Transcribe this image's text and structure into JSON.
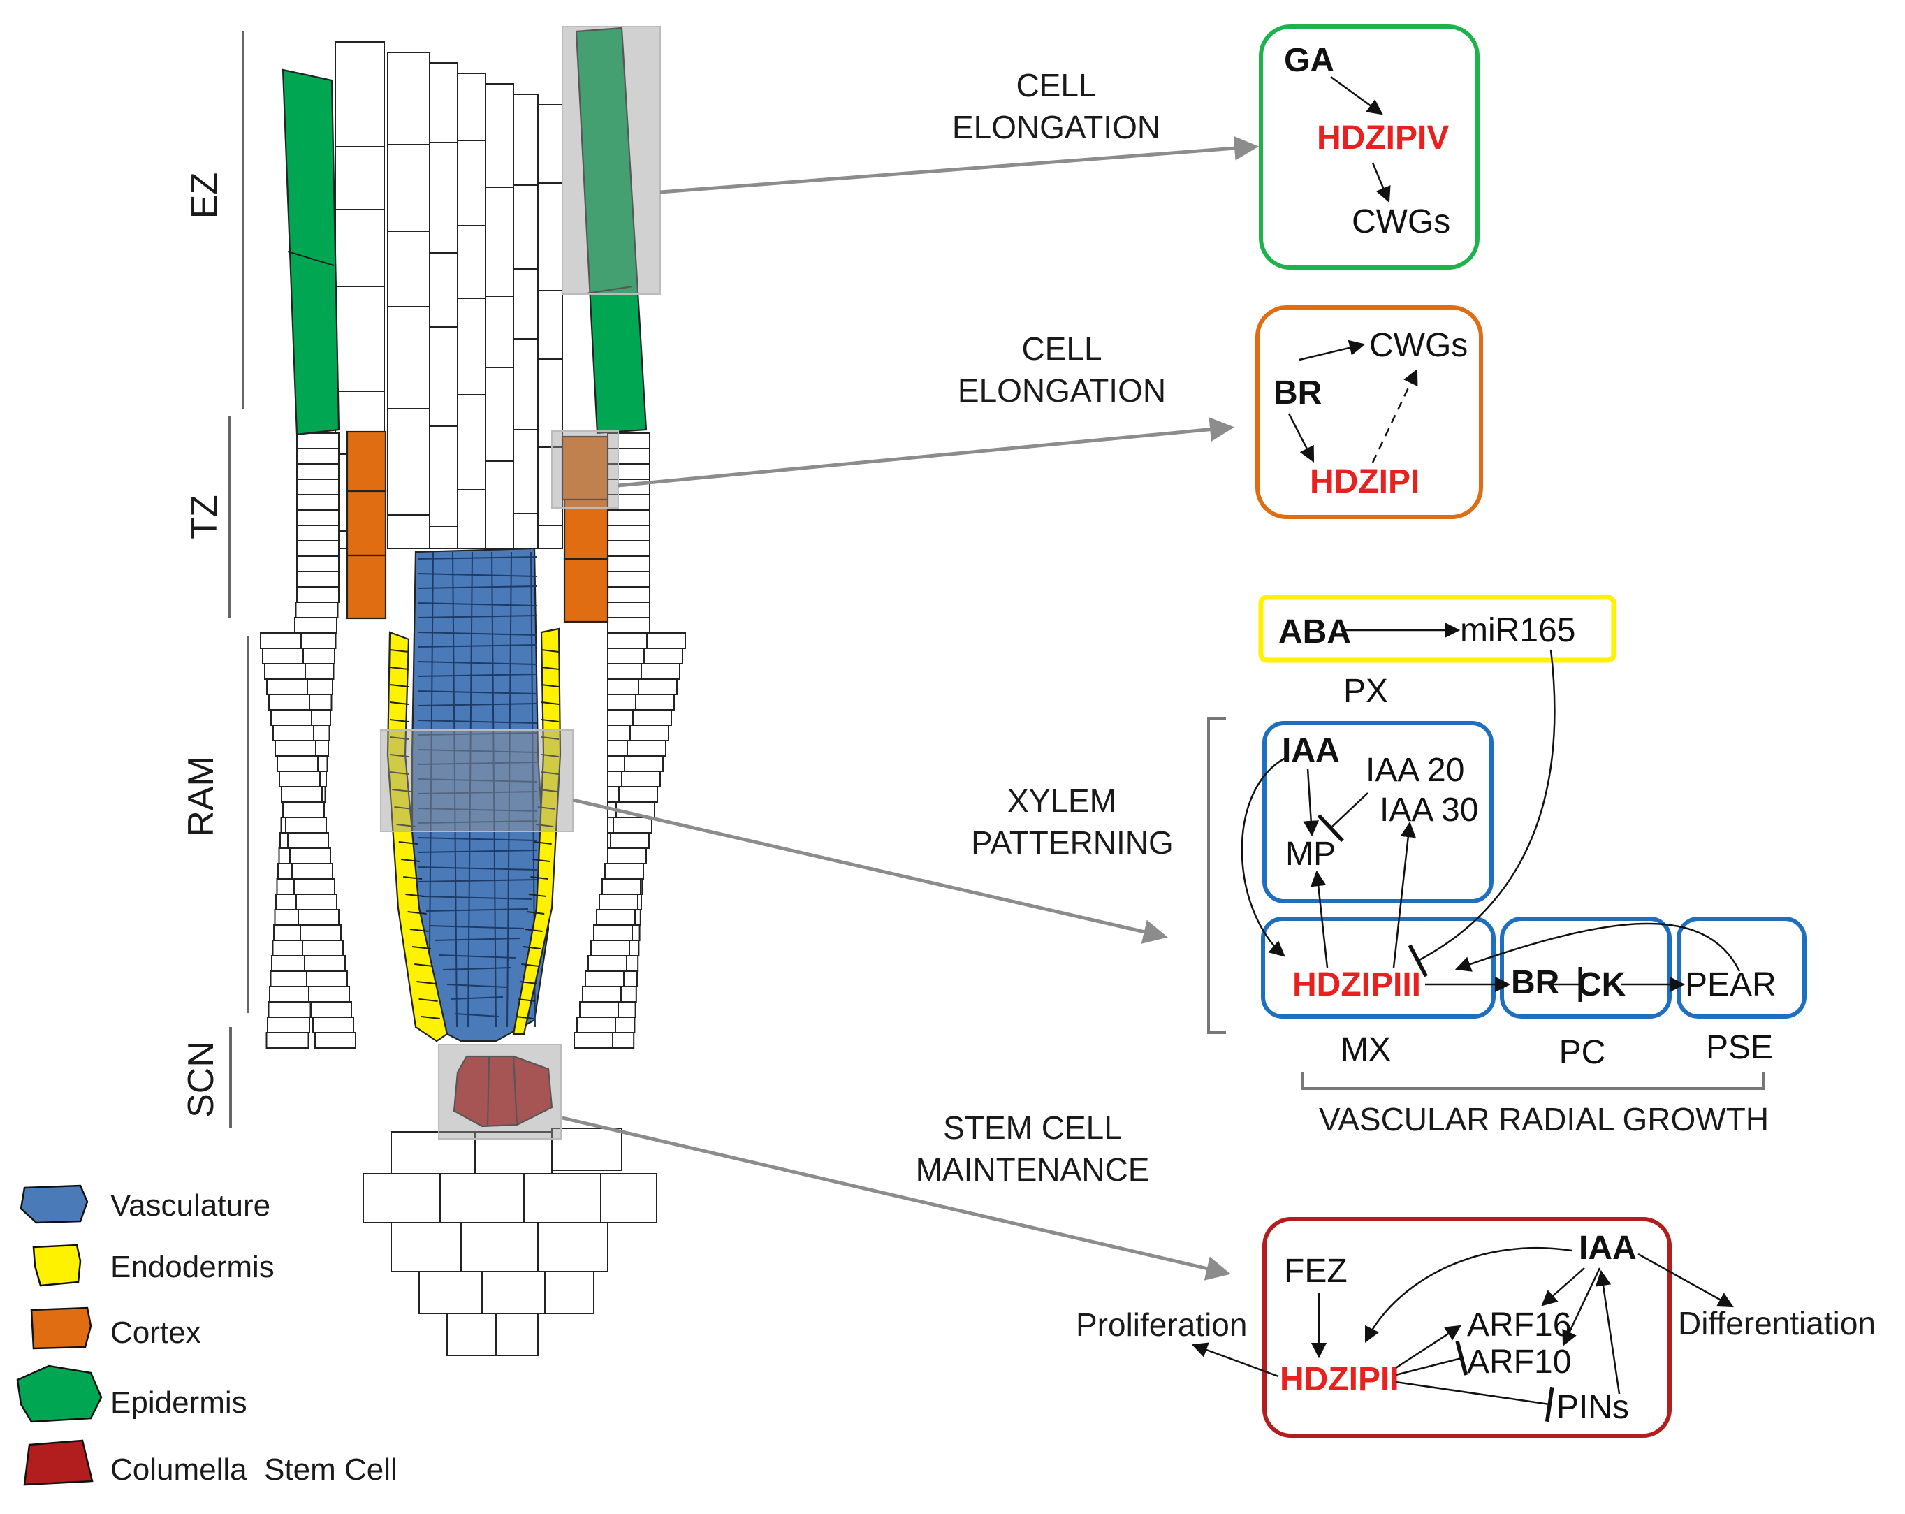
{
  "colors": {
    "vasculature": "#4a7ab8",
    "endodermis": "#fff200",
    "cortex": "#e06d12",
    "epidermis": "#00a651",
    "columella": "#b21d1d",
    "green_box": "#1db34a",
    "orange_box": "#e06d12",
    "yellow_box": "#fff200",
    "blue_box": "#1e6fbf",
    "red_box": "#b21d1d",
    "gene_red": "#e8211e",
    "connector": "#8c8c8c"
  },
  "zones": [
    "EZ",
    "TZ",
    "RAM",
    "SCN"
  ],
  "legend": [
    {
      "label": "Vasculature",
      "color": "#4a7ab8"
    },
    {
      "label": "Endodermis",
      "color": "#fff200"
    },
    {
      "label": "Cortex",
      "color": "#e06d12"
    },
    {
      "label": "Epidermis",
      "color": "#00a651"
    },
    {
      "label": "Columella  Stem Cell",
      "color": "#b21d1d"
    }
  ],
  "processes": {
    "cell_elongation_1": [
      "CELL",
      "ELONGATION"
    ],
    "cell_elongation_2": [
      "CELL",
      "ELONGATION"
    ],
    "xylem": [
      "XYLEM",
      "PATTERNING"
    ],
    "stem": [
      "STEM CELL",
      "MAINTENANCE"
    ]
  },
  "box_ga": {
    "ga": "GA",
    "hdzip": "HDZIPIV",
    "cwgs": "CWGs"
  },
  "box_br": {
    "cwgs": "CWGs",
    "br": "BR",
    "hdzip": "HDZIPI"
  },
  "box_aba": {
    "aba": "ABA",
    "mir": "miR165"
  },
  "xylem_net": {
    "px": "PX",
    "iaa": "IAA",
    "iaa20": "IAA 20",
    "iaa30": "IAA 30",
    "mp": "MP",
    "hdzip": "HDZIPIII",
    "br": "BR",
    "ck": "CK",
    "pear": "PEAR",
    "mx": "MX",
    "pc": "PC",
    "pse": "PSE",
    "vascular": "VASCULAR RADIAL GROWTH"
  },
  "stem_net": {
    "fez": "FEZ",
    "iaa": "IAA",
    "arf16": "ARF16",
    "arf10": "ARF10",
    "hdzip": "HDZIPII",
    "pins": "PINs",
    "proliferation": "Proliferation",
    "differentiation": "Differentiation"
  }
}
